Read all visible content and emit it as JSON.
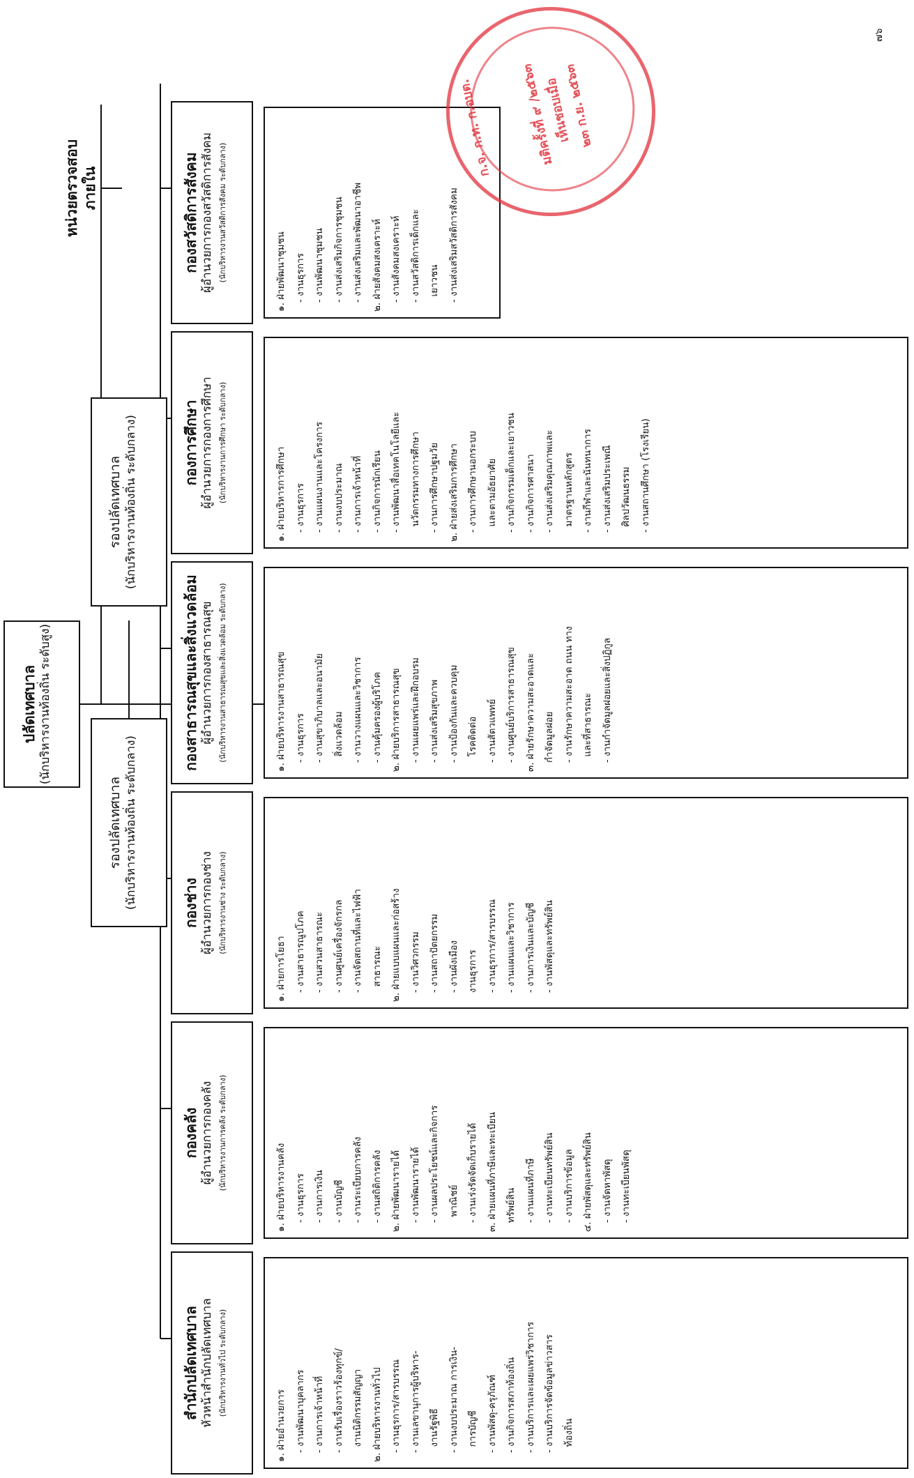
{
  "top": {
    "title": "ปลัดเทศบาล",
    "subtitle": "(นักบริหารงานท้องถิ่น ระดับสูง)"
  },
  "audit": {
    "title": "หน่วยตรวจสอบภายใน"
  },
  "deputy_left": {
    "title": "รองปลัดเทศบาล",
    "subtitle": "(นักบริหารงานท้องถิ่น ระดับกลาง)"
  },
  "deputy_right": {
    "title": "รองปลัดเทศบาล",
    "subtitle": "(นักบริหารงานท้องถิ่น ระดับกลาง)"
  },
  "depts": [
    {
      "name": "สำนักปลัดเทศบาล",
      "head": "หัวหน้าสำนักปลัดเทศบาล",
      "level": "(นักบริหารงานทั่วไป ระดับกลาง)",
      "items": [
        "๑. ฝ่ายอำนวยการ",
        "   - งานพัฒนาบุคลากร",
        "   - งานการเจ้าหน้าที่",
        "   - งานรับเรื่องราวร้องทุกข์/",
        "     งานนิติกรรมสัญญา",
        "๒. ฝ่ายบริหารงานทั่วไป",
        "   - งานธุรการ/สารบรรณ",
        "   - งานเลขานุการผู้บริหาร-",
        "     งานรัฐพิธี",
        "   - งานงบประมาณ การเงิน-",
        "     การบัญชี",
        "   - งานพัสดุ-ครุภัณฑ์",
        "   - งานกิจการสภาท้องถิ่น",
        "   - งานบริการและเผยแพร่วิชาการ",
        "   - งานบริการจัดข้อมูลข่าวสาร",
        "     ท้องถิ่น"
      ]
    },
    {
      "name": "กองคลัง",
      "head": "ผู้อำนวยการกองคลัง",
      "level": "(นักบริหารงานการคลัง ระดับกลาง)",
      "items": [
        "๑. ฝ่ายบริหารงานคลัง",
        "   - งานธุรการ",
        "   - งานการเงิน",
        "   - งานบัญชี",
        "   - งานระเบียบการคลัง",
        "   - งานสถิติการคลัง",
        "๒. ฝ่ายพัฒนารายได้",
        "   - งานพัฒนารายได้",
        "   - งานผลประโยชน์และกิจการ",
        "     พาณิชย์",
        "   - งานเร่งรัดจัดเก็บรายได้",
        "๓. ฝ่ายแผนที่ภาษีและทะเบียน",
        "   ทรัพย์สิน",
        "   - งานแผนที่ภาษี",
        "   - งานทะเบียนทรัพย์สิน",
        "   - งานบริการข้อมูล",
        "๔. ฝ่ายพัสดุและทรัพย์สิน",
        "   - งานจัดหาพัสดุ",
        "   - งานทะเบียนพัสดุ"
      ]
    },
    {
      "name": "กองช่าง",
      "head": "ผู้อำนวยการกองช่าง",
      "level": "(นักบริหารงานช่าง ระดับกลาง)",
      "items": [
        "๑. ฝ่ายการโยธา",
        "   - งานสาธารณูปโภค",
        "   - งานสวนสาธารณะ",
        "   - งานศูนย์เครื่องจักรกล",
        "   - งานจัดสถานที่และไฟฟ้า",
        "     สาธารณะ",
        "๒. ฝ่ายแบบแผนและก่อสร้าง",
        "   - งานวิศวกรรม",
        "   - งานสถาปัตยกรรม",
        "   - งานผังเมือง",
        "   งานธุรการ",
        "   - งานธุรการ/สารบรรณ",
        "   - งานแผนและวิชาการ",
        "   - งานการเงินและบัญชี",
        "   - งานพัสดุและทรัพย์สิน"
      ]
    },
    {
      "name": "กองสาธารณสุขและสิ่งแวดล้อม",
      "head": "ผู้อำนวยการกองสาธารณสุข",
      "level": "(นักบริหารงานสาธารณสุขและสิ่งแวดล้อม ระดับกลาง)",
      "items": [
        "๑. ฝ่ายบริหารงานสาธารณสุข",
        "   - งานธุรการ",
        "   - งานสุขาภิบาลและอนามัย",
        "     สิ่งแวดล้อม",
        "   - งานวางแผนและวิชาการ",
        "   - งานคุ้มครองผู้บริโภค",
        "๒. ฝ่ายบริการสาธารณสุข",
        "   - งานเผยแพร่และฝึกอบรม",
        "   - งานส่งเสริมสุขภาพ",
        "   - งานป้องกันและควบคุม",
        "     โรคติดต่อ",
        "   - งานสัตวแพทย์",
        "   - งานศูนย์บริการสาธารณสุข",
        "๓. ฝ่ายรักษาความสะอาดและ",
        "   กำจัดมูลฝอย",
        "   - งานรักษาความสะอาด ถนน ทาง",
        "     และที่สาธารณะ",
        "   - งานกำจัดมูลฝอยและสิ่งปฏิกูล"
      ]
    },
    {
      "name": "กองการศึกษา",
      "head": "ผู้อำนวยการกองการศึกษา",
      "level": "(นักบริหารงานการศึกษา ระดับกลาง)",
      "items": [
        "๑. ฝ่ายบริหารการศึกษา",
        "   - งานธุรการ",
        "   - งานแผนงานและโครงการ",
        "   - งานงบประมาณ",
        "   - งานการเจ้าหน้าที่",
        "   - งานกิจการนักเรียน",
        "   - งานพัฒนาสื่อเทคโนโลยีและ",
        "     นวัตกรรมทางการศึกษา",
        "   - งานการศึกษาปฐมวัย",
        "๒. ฝ่ายส่งเสริมการศึกษา",
        "   - งานการศึกษานอกระบบ",
        "     และตามอัธยาศัย",
        "   - งานกิจกรรมเด็กและเยาวชน",
        "   - งานกิจการศาสนา",
        "   - งานส่งเสริมคุณภาพและ",
        "     มาตรฐานหลักสูตร",
        "   - งานกีฬาและนันทนาการ",
        "   - งานส่งเสริมประเพณี",
        "     ศิลปวัฒนธรรม",
        "   - งานสถานศึกษา (โรงเรียน)"
      ]
    },
    {
      "name": "กองสวัสดิการสังคม",
      "head": "ผู้อำนวยการกองสวัสดิการสังคม",
      "level": "(นักบริหารงานสวัสดิการสังคม ระดับกลาง)",
      "items": [
        "๑. ฝ่ายพัฒนาชุมชน",
        "   - งานธุรการ",
        "   - งานพัฒนาชุมชน",
        "   - งานส่งเสริมกิจการชุมชน",
        "   - งานส่งเสริมและพัฒนาอาชีพ",
        "๒. ฝ่ายสังคมสงเคราะห์",
        "   - งานสังคมสงเคราะห์",
        "   - งานสวัสดิการเด็กและ",
        "     เยาวชน",
        "   - งานส่งเสริมสวัสดิการสังคม"
      ]
    }
  ],
  "stamp": {
    "line1": "ก.จ. ก.ท. ก.อบต.",
    "line2": "มติครั้งที่ ๙ /๒๕๖๓",
    "line3": "เห็นชอบเมื่อ",
    "line4": "๒๓ ก.ย. ๒๕๖๓"
  },
  "page_number": "๗๖"
}
